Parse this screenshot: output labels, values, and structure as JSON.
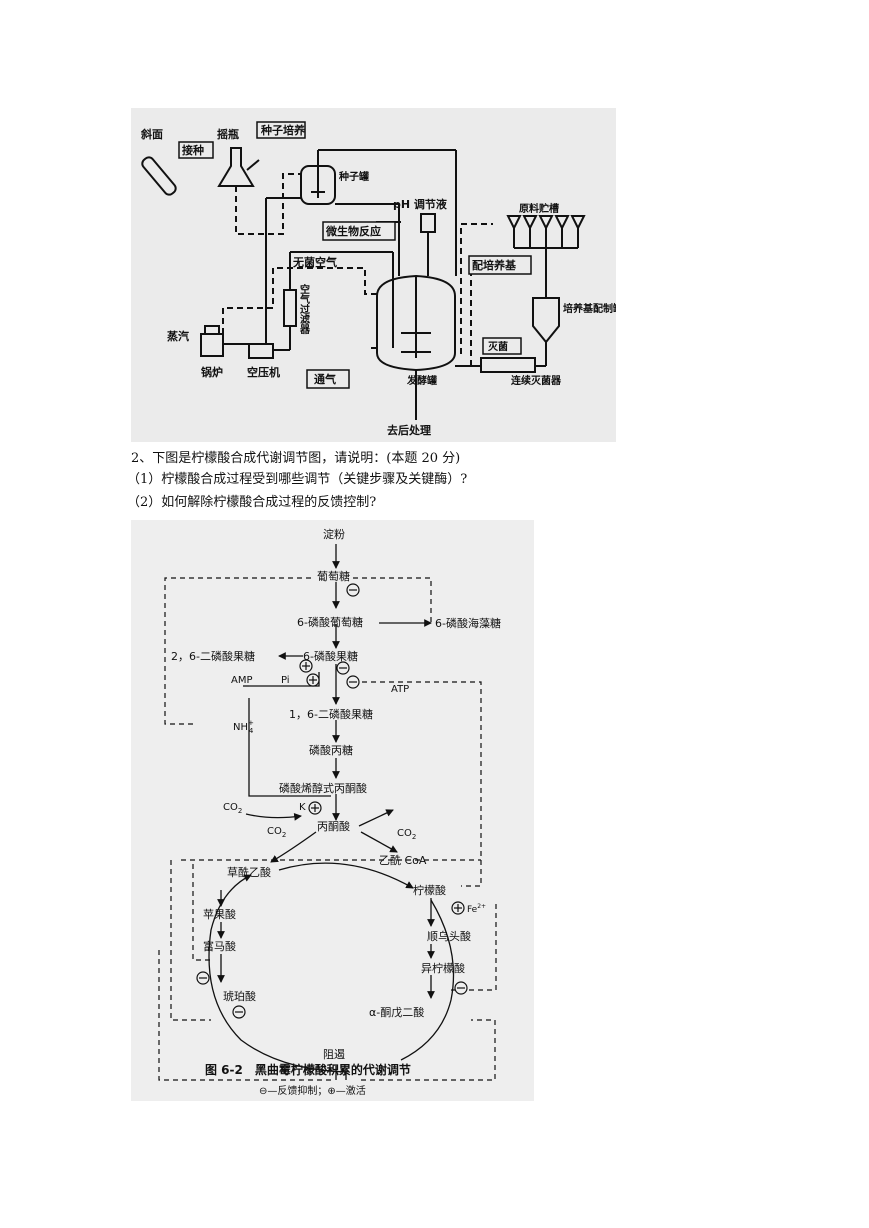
{
  "fig1": {
    "labels": {
      "slant": "斜面",
      "flask": "摇瓶",
      "inoculate": "接种",
      "seed_culture": "种子培养",
      "seed_tank": "种子罐",
      "ph_solution": "pH 调节液",
      "raw_tanks": "原料贮槽",
      "microbe_reaction": "微生物反应",
      "sterile_air": "无菌空气",
      "prep_medium": "配培养基",
      "air_filter": "空气过滤器",
      "medium_tank": "培养基配制罐",
      "steam": "蒸汽",
      "boiler": "锅炉",
      "compressor": "空压机",
      "aeration": "通气",
      "fermenter": "发酵罐",
      "sterilize": "灭菌",
      "cont_sterilizer": "连续灭菌器",
      "post_process": "去后处理"
    }
  },
  "question": {
    "title": "2、下图是柠檬酸合成代谢调节图，请说明：(本题 20 分)",
    "sub1": "（1）柠檬酸合成过程受到哪些调节（关键步骤及关键酶）?",
    "sub2": "（2）如何解除柠檬酸合成过程的反馈控制?"
  },
  "fig2": {
    "nodes": {
      "starch": "淀粉",
      "glucose": "葡萄糖",
      "g6p": "6-磷酸葡萄糖",
      "t6p": "6-磷酸海藻糖",
      "f26bp": "2，6-二磷酸果糖",
      "f6p": "6-磷酸果糖",
      "amp": "AMP",
      "pi": "Pi",
      "atp": "ATP",
      "nh4": "NH",
      "nh4_sup": "+",
      "nh4_sub": "4",
      "f16bp": "1，6-二磷酸果糖",
      "triose": "磷酸丙糖",
      "pep": "磷酸烯醇式丙酮酸",
      "co2_a": "CO",
      "co2_b": "CO",
      "co2_c": "CO",
      "co2_sub": "2",
      "k": "K",
      "pyruvate": "丙酮酸",
      "acetylcoa": "乙酰 CoA",
      "oxaloacetate": "草酰乙酸",
      "citrate": "柠檬酸",
      "malate": "苹果酸",
      "fe": "Fe",
      "fe_sup": "2+",
      "aconitate": "顺乌头酸",
      "fumarate": "富马酸",
      "isocitrate": "异柠檬酸",
      "succinate": "琥珀酸",
      "akg": "α-酮戊二酸",
      "block": "阻遏"
    },
    "caption": "图 6-2　黑曲霉柠檬酸积累的代谢调节",
    "legend": "⊖—反馈抑制；⊕—激活"
  }
}
